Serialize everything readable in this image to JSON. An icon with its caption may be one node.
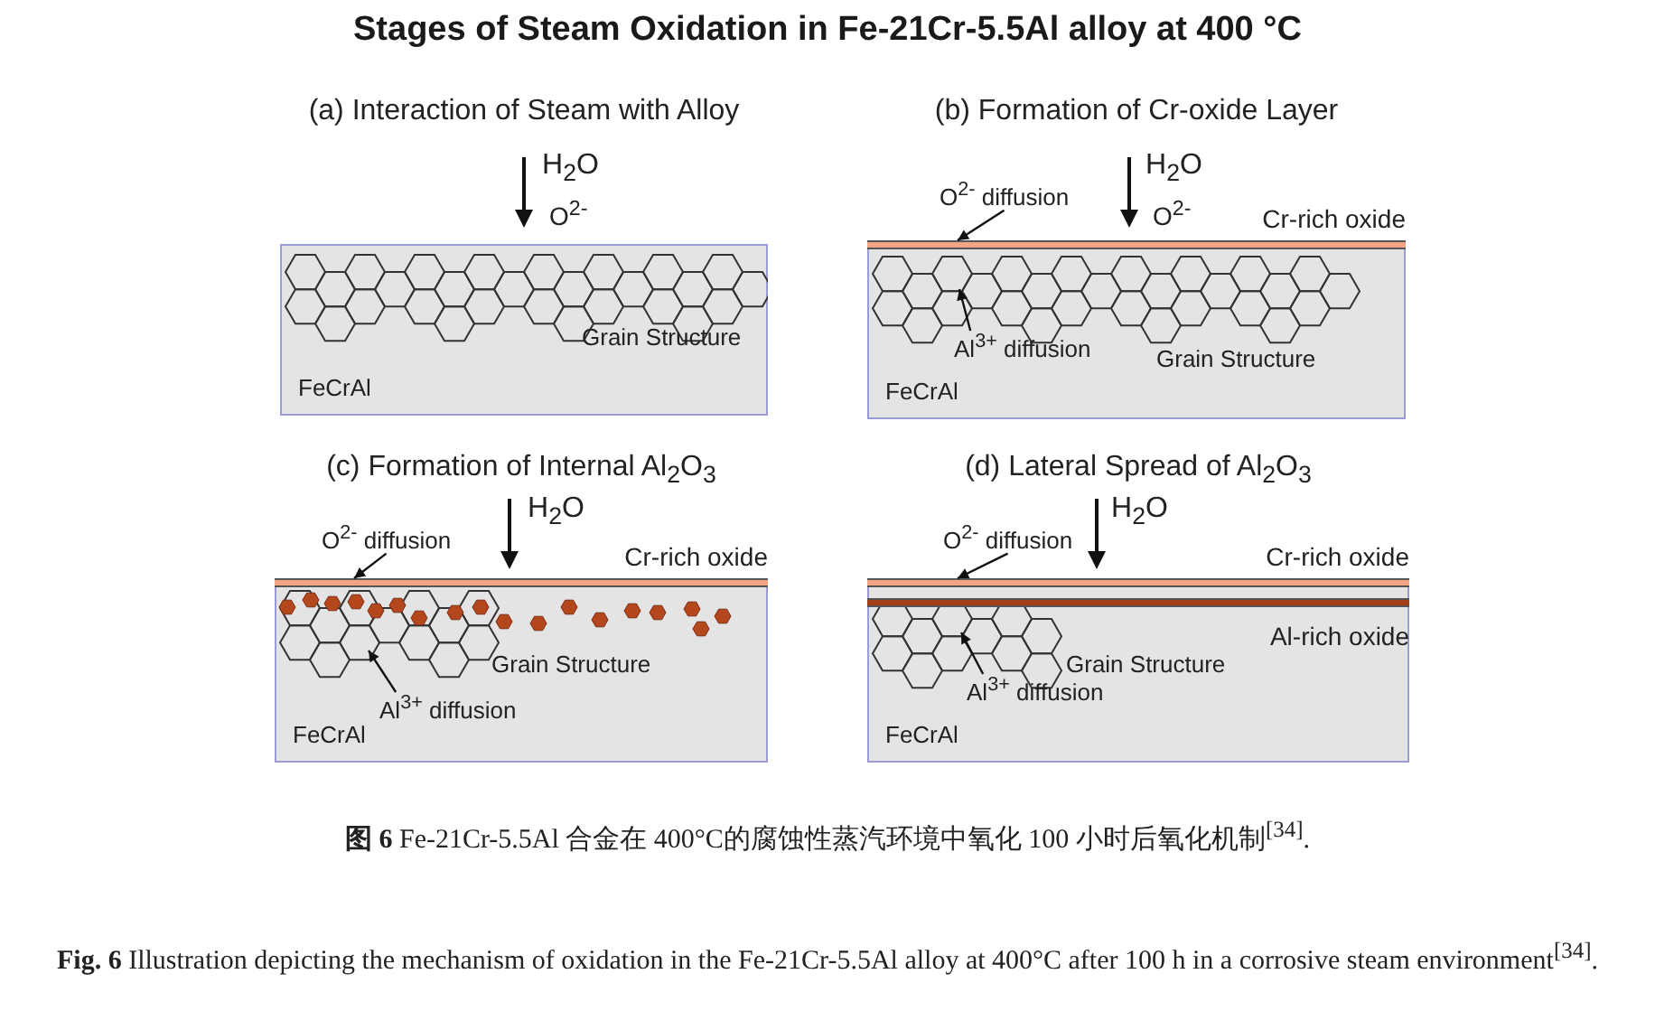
{
  "diagram": {
    "title": "Stages of Steam Oxidation in Fe-21Cr-5.5Al alloy at 400 °C",
    "caption": "**Fig. 6** Illustration depicting the mechanism of oxidation in the Fe-21Cr-5.5Al alloy at 400°C after 100 h in a corrosive steam environment$^{[34]}$.",
    "nodes": [
      {
        "text": [
          "(a) Interaction of Steam with Alloy",
          "Grain Structure",
          "FeCrAl"
        ]
      },
      {
        "text": [
          "(b) Formation of Cr-oxide Layer",
          "Grain Structure",
          "FeCrAl"
        ]
      },
      {
        "text": [],
        "shape": "bar",
        "in": 1,
        "beside": [
          "Cr-rich oxide"
        ]
      },
      {
        "text": [
          "O$^{2-}$ diffusion"
        ],
        "in": 1
      },
      {
        "text": [
          "Al$^{3+}$ diffusion"
        ],
        "in": 1
      },
      {
        "text": [
          "(c) Formation of Internal Al$_{2}$O$_{3}$",
          "Grain Structure",
          "FeCrAl"
        ]
      },
      {
        "text": [],
        "shape": "bar",
        "in": 5,
        "beside": [
          "Cr-rich oxide"
        ]
      },
      {
        "text": [
          "O$^{2-}$ diffusion"
        ],
        "in": 5
      },
      {
        "text": [
          "Al$^{3+}$ diffusion"
        ],
        "in": 5
      },
      {
        "text": [
          "(d) Lateral Spread of Al$_{2}$O$_{3}$",
          "Grain Structure",
          "FeCrAl"
        ]
      },
      {
        "text": [],
        "shape": "bar",
        "in": 9,
        "beside": [
          "Cr-rich oxide"
        ]
      },
      {
        "text": [],
        "shape": "bar",
        "in": 9,
        "beside": [
          "Al-rich oxide"
        ]
      },
      {
        "text": [
          "O$^{2-}$ diffusion"
        ],
        "in": 9
      },
      {
        "text": [
          "Al$^{3+}$ diffusion"
        ],
        "in": 9
      }
    ],
    "edges": [
      {
        "from": 3,
        "to": 2,
        "arrow": "to"
      },
      {
        "from": 4,
        "to": null,
        "arrow": "to"
      },
      {
        "from": 7,
        "to": 6,
        "arrow": "to"
      },
      {
        "from": 8,
        "to": null,
        "arrow": "to"
      },
      {
        "from": 12,
        "to": 10,
        "arrow": "to"
      },
      {
        "from": 13,
        "to": null,
        "arrow": "to"
      }
    ],
    "labels": [
      "H$_{2}$O",
      "O$^{2-}$",
      "H$_{2}$O",
      "O$^{2-}$",
      "H$_{2}$O",
      "H$_{2}$O",
      "**图 6** Fe-21Cr-5.5Al 合金在 400°C的腐蚀性蒸汽环境中氧化 100 小时后氧化机制$^{[34]}$."
    ]
  }
}
